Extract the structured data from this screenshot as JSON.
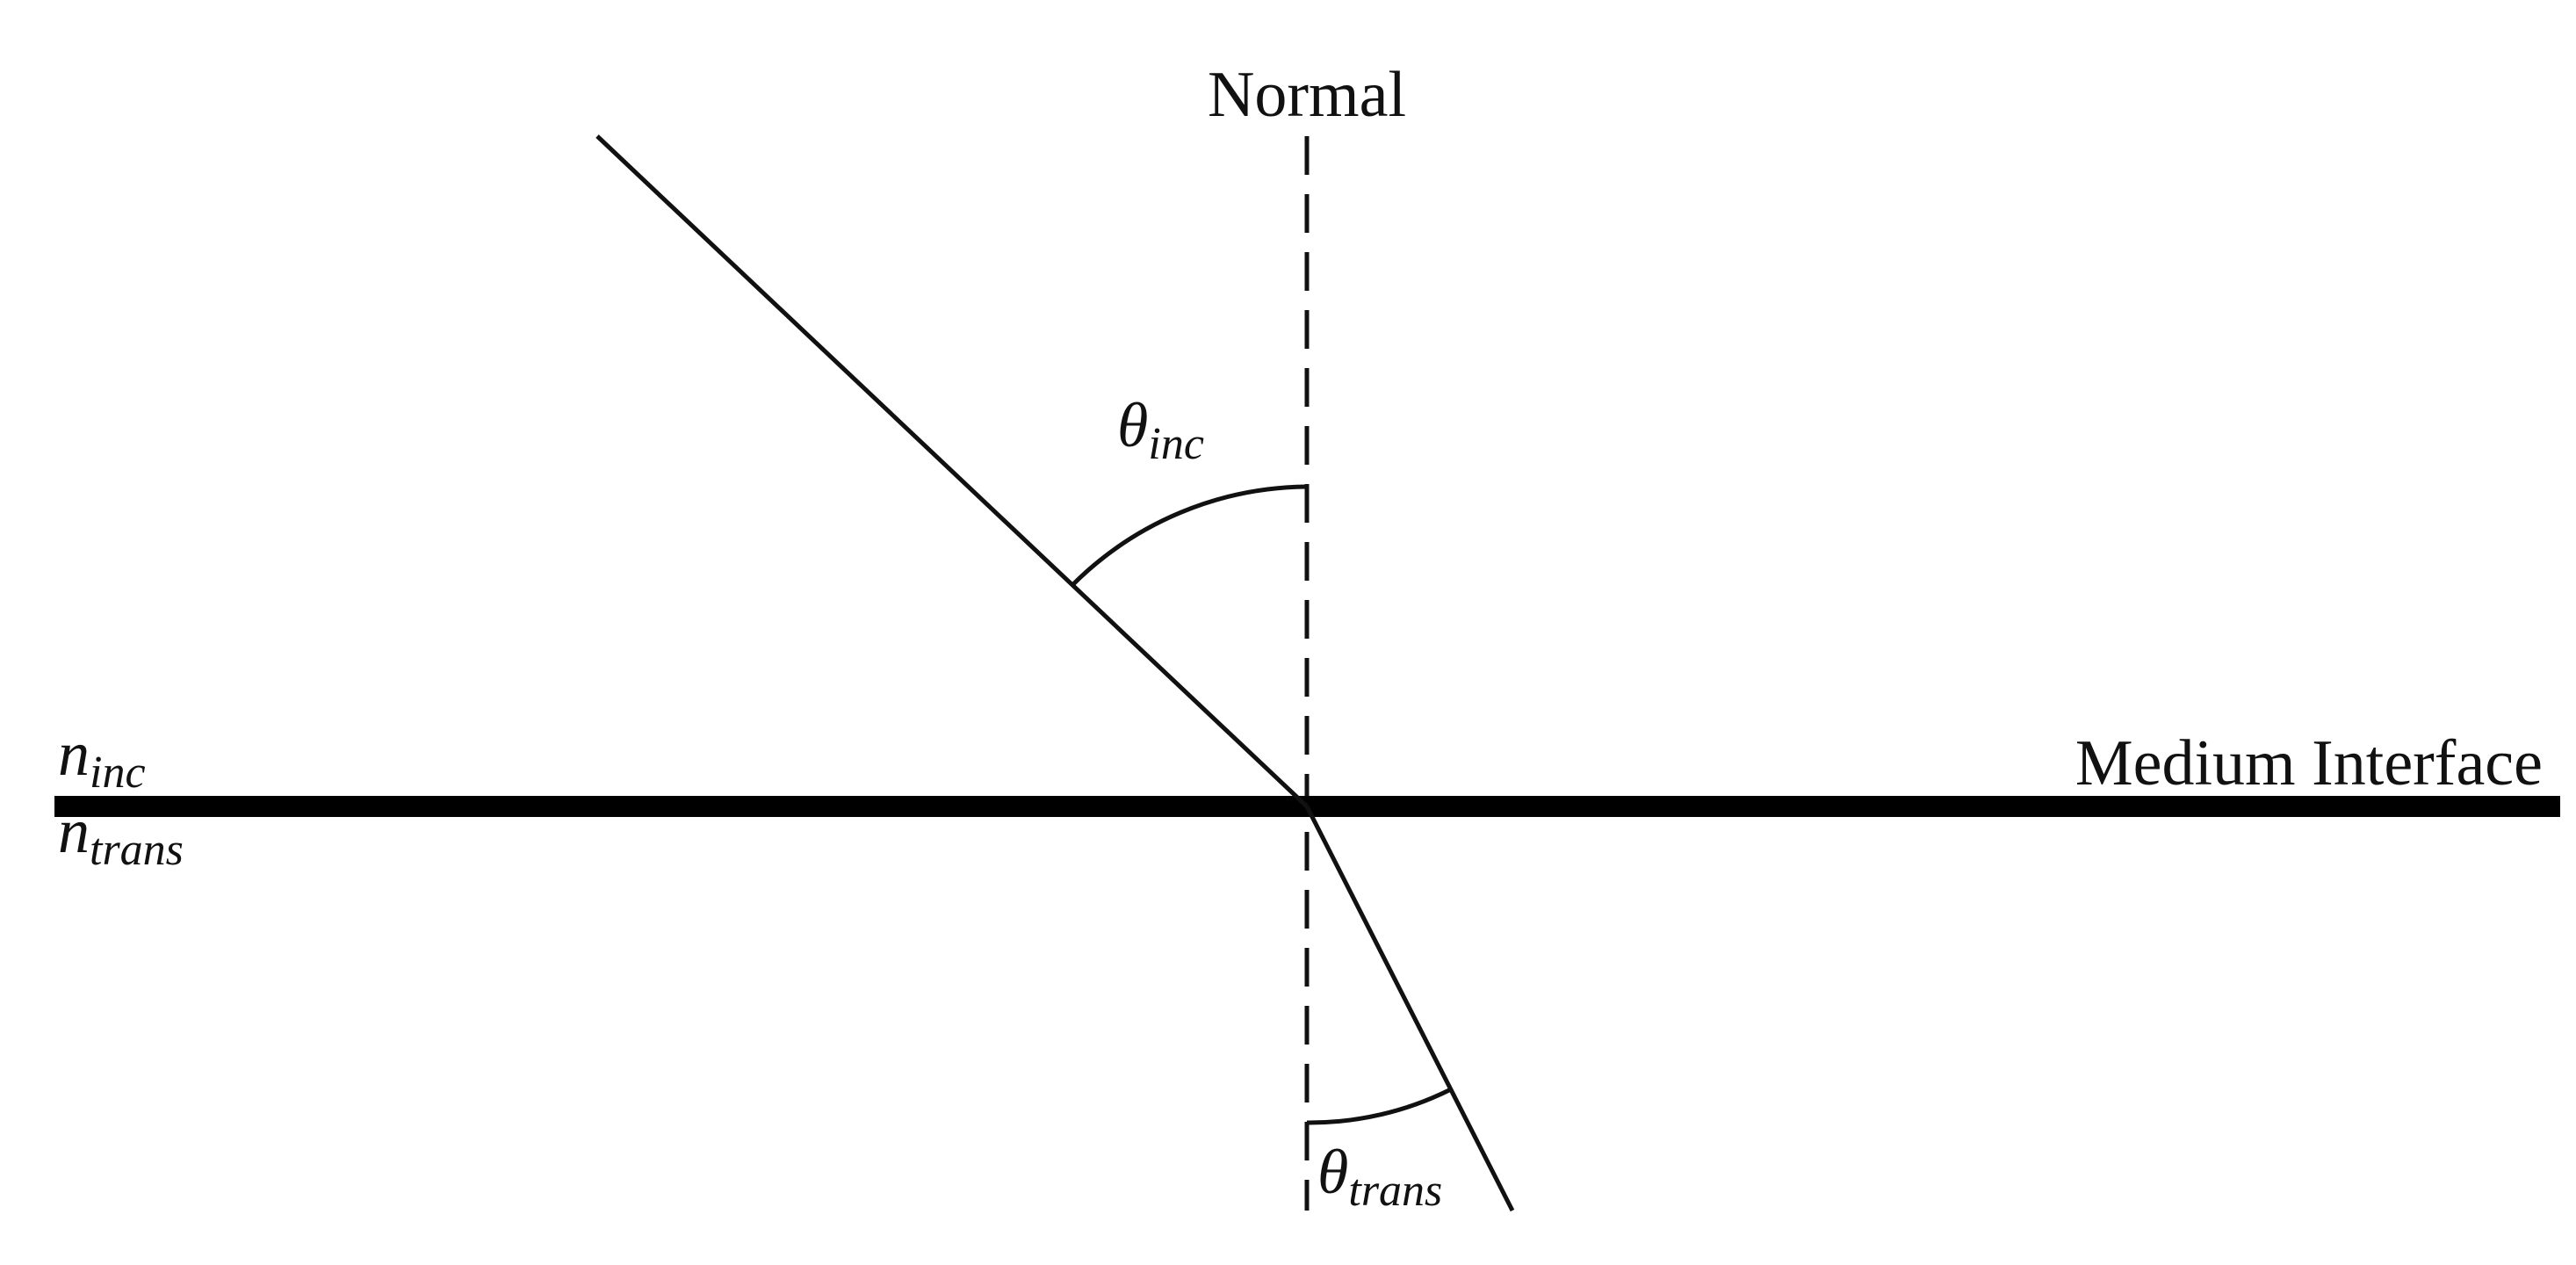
{
  "labels": {
    "normal": "Normal",
    "interface": "Medium Interface",
    "n_inc": {
      "base": "n",
      "sub": "inc"
    },
    "n_trans": {
      "base": "n",
      "sub": "trans"
    },
    "theta_inc": {
      "base": "θ",
      "sub": "inc"
    },
    "theta_trans": {
      "base": "θ",
      "sub": "trans"
    }
  },
  "colors": {
    "ink": "#111111",
    "background": "#ffffff"
  }
}
